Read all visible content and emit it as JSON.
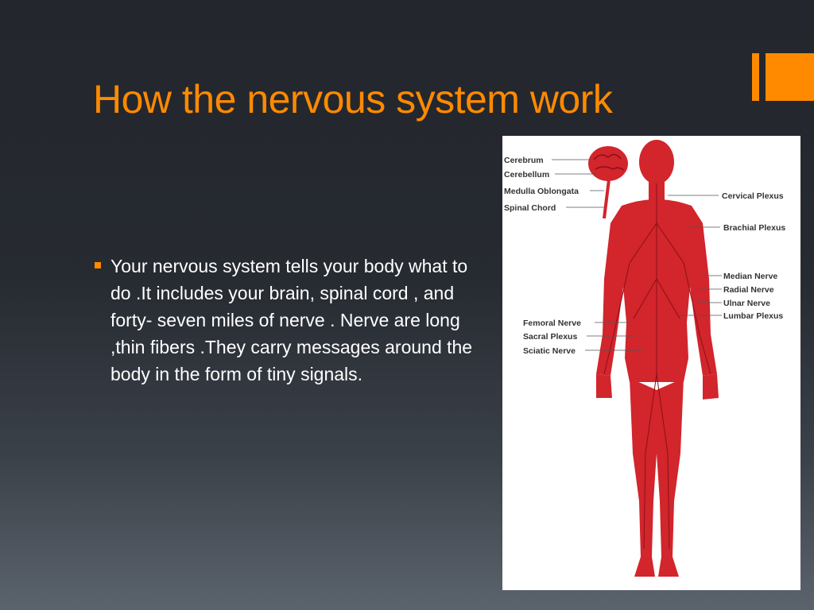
{
  "slide": {
    "title": "How the nervous system work",
    "bullets": [
      "Your nervous system tells your body what to do .It includes your brain, spinal cord , and forty- seven miles of nerve . Nerve are long ,thin fibers .They carry messages around the body in the form of tiny signals."
    ]
  },
  "figure": {
    "labels_left": [
      "Cerebrum",
      "Cerebellum",
      "Medulla Oblongata",
      "Spinal Chord",
      "Femoral Nerve",
      "Sacral Plexus",
      "Sciatic Nerve"
    ],
    "labels_right": [
      "Cervical Plexus",
      "Brachial Plexus",
      "Median Nerve",
      "Radial Nerve",
      "Ulnar Nerve",
      "Lumbar Plexus"
    ]
  },
  "colors": {
    "accent": "#ff8a00",
    "body": "#d2252c",
    "text": "#ffffff"
  }
}
